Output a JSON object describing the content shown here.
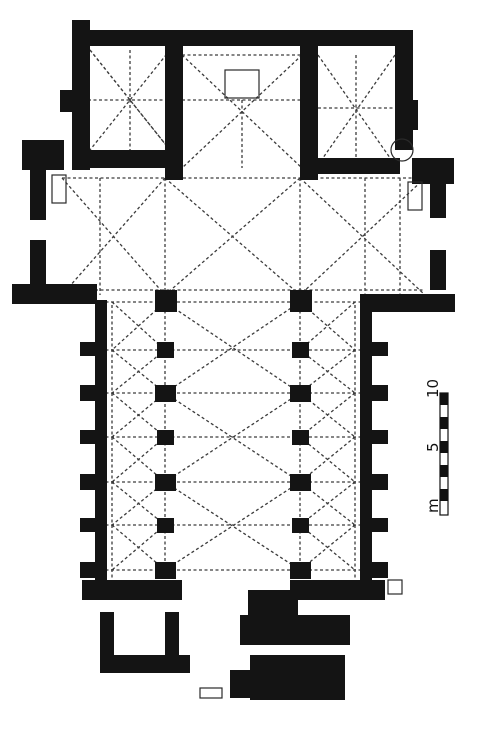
{
  "scale_bar": {
    "unit_label": "m",
    "labels": [
      "10",
      "5"
    ]
  }
}
